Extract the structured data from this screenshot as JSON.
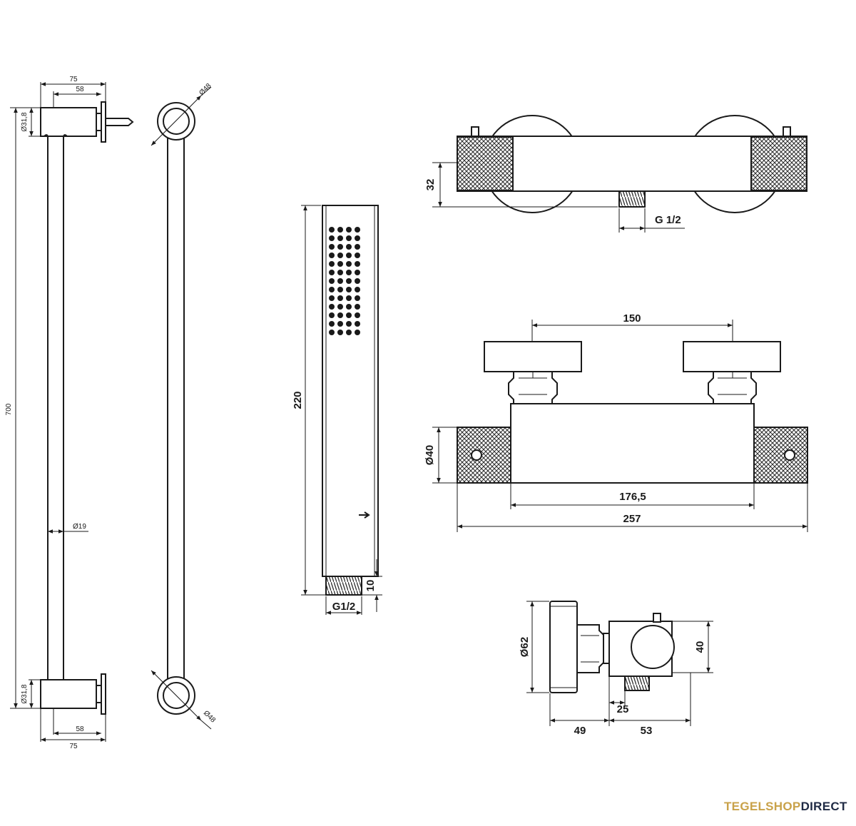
{
  "rail": {
    "width_top": "75",
    "bracket_top": "58",
    "tube_top": "Ø31,8",
    "length": "700",
    "rod": "Ø19",
    "tube_bottom": "Ø31,8",
    "bracket_bottom": "58",
    "width_bottom": "75",
    "ring_top": "Ø48",
    "ring_bottom": "Ø48"
  },
  "handshower": {
    "length": "220",
    "thread_height": "10",
    "thread": "G1/2"
  },
  "thermostat_top": {
    "height": "32",
    "thread": "G 1/2"
  },
  "thermostat_front": {
    "centers": "150",
    "diameter": "Ø40",
    "body": "176,5",
    "total": "257"
  },
  "thermostat_side": {
    "rosette": "Ø62",
    "knob": "40",
    "outlet": "25",
    "depth_left": "49",
    "depth_right": "53"
  },
  "brand": {
    "part1": "TEGELSHOP",
    "part2": "DIRECT"
  }
}
